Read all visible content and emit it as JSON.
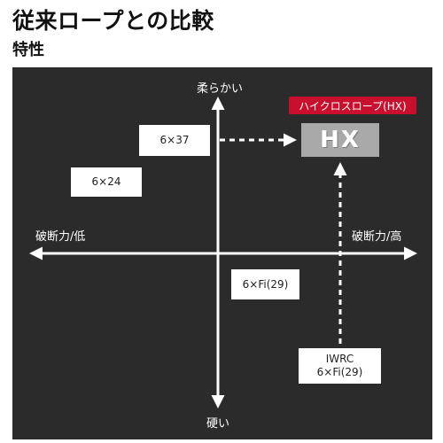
{
  "title": "従来ロープとの比較",
  "subtitle": "特性",
  "axes": {
    "top": "柔らかい",
    "bottom": "硬い",
    "left": "破断力/低",
    "right": "破断力/高"
  },
  "items": {
    "rope_6x37": "6×37",
    "rope_6x24": "6×24",
    "rope_6xfi29": "6×Fi(29)",
    "iwrc_line1": "IWRC",
    "iwrc_line2": "6×Fi(29)",
    "hx_badge": "ハイクロスロープ(HX)",
    "hx_logo": "HX"
  },
  "colors": {
    "panel_bg": "#2b2b2b",
    "badge_red": "#c8102e",
    "logo_gray": "#a9a9a9",
    "arrow": "#ffffff"
  }
}
